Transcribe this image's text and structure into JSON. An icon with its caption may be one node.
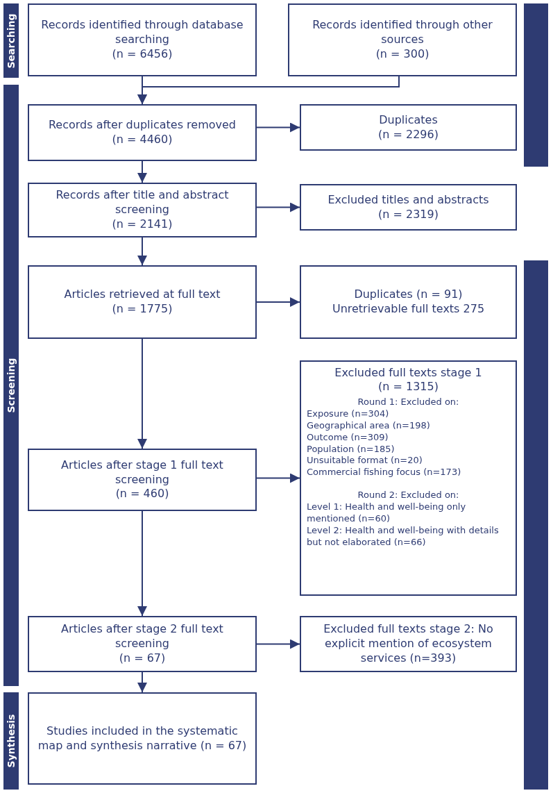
{
  "diagram": {
    "nodes": [
      {
        "text": [
          "Searching"
        ]
      },
      {
        "text": [
          "Records identified through database searching",
          "(n = 6456)"
        ]
      },
      {
        "text": [
          "Records identified through other sources",
          "(n = 300)"
        ]
      },
      {
        "text": [],
        "shape": "bar"
      },
      {
        "text": [
          "Screening"
        ]
      },
      {
        "text": [
          "Records after duplicates removed",
          "(n = 4460)"
        ]
      },
      {
        "text": [
          "Duplicates",
          "(n = 2296)"
        ]
      },
      {
        "text": [
          "Records after title and abstract screening",
          "(n = 2141)"
        ]
      },
      {
        "text": [
          "Excluded titles and abstracts",
          "(n = 2319)"
        ]
      },
      {
        "text": [
          "Articles retrieved at full text",
          "(n = 1775)"
        ]
      },
      {
        "text": [
          "Duplicates (n = 91)",
          "Unretrievable full texts 275"
        ]
      },
      {
        "text": [],
        "shape": "bar"
      },
      {
        "text": [
          "Excluded full texts stage 1 (n = 1315)",
          "Round 1: Excluded on:",
          "Exposure (n=304)",
          "Geographical area (n=198)",
          "Outcome (n=309)",
          "Population (n=185)",
          "Unsuitable format (n=20)",
          "Commercial fishing focus (n=173)",
          "Round 2: Excluded on:",
          "Level 1: Health and well-being only mentioned (n=60)",
          "Level 2: Health and well-being with details but not elaborated (n=66)"
        ]
      },
      {
        "text": [
          "Articles after stage 1 full text screening",
          "(n = 460)"
        ]
      },
      {
        "text": [
          "Articles after stage 2 full text screening",
          "(n = 67)"
        ]
      },
      {
        "text": [
          "Excluded full texts stage 2: No explicit mention of ecosystem services (n=393)"
        ]
      },
      {
        "text": [
          "Synthesis"
        ]
      },
      {
        "text": [
          "Studies included in the systematic map and synthesis narrative (n = 67)"
        ]
      }
    ],
    "edges": [
      {
        "from": 1,
        "to": 5,
        "arrow": "to"
      },
      {
        "from": 2,
        "to": 5,
        "arrow": "to"
      },
      {
        "from": 5,
        "to": 6,
        "arrow": "to"
      },
      {
        "from": 5,
        "to": 7,
        "arrow": "to"
      },
      {
        "from": 7,
        "to": 8,
        "arrow": "to"
      },
      {
        "from": 7,
        "to": 9,
        "arrow": "to"
      },
      {
        "from": 9,
        "to": 10,
        "arrow": "to"
      },
      {
        "from": 9,
        "to": 13,
        "arrow": "to"
      },
      {
        "from": 13,
        "to": 12,
        "arrow": "to"
      },
      {
        "from": 13,
        "to": 14,
        "arrow": "to"
      },
      {
        "from": 14,
        "to": 15,
        "arrow": "to"
      },
      {
        "from": 14,
        "to": 17,
        "arrow": "to"
      }
    ]
  }
}
